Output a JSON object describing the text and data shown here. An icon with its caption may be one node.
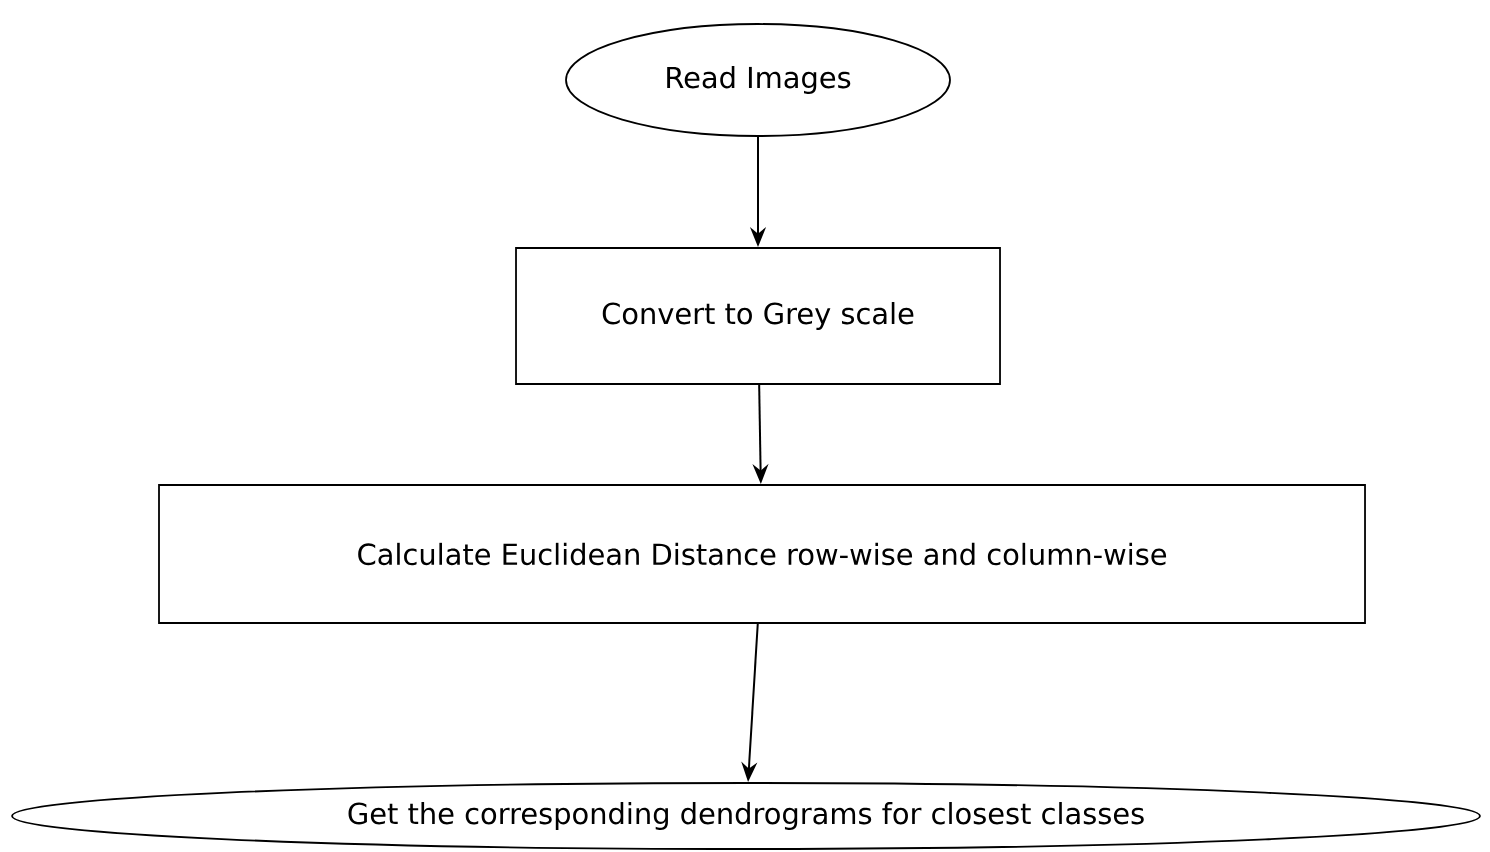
{
  "diagram": {
    "nodes": [
      {
        "text": [
          "Read Images"
        ]
      },
      {
        "text": [
          "Convert to Grey scale"
        ]
      },
      {
        "text": [
          "Calculate Euclidean Distance row-wise and column-wise"
        ]
      },
      {
        "text": [
          "Get the corresponding dendrograms for closest classes"
        ]
      }
    ],
    "edges": [
      {
        "from": 0,
        "to": 1,
        "arrow": "to"
      },
      {
        "from": 1,
        "to": 2,
        "arrow": "to"
      },
      {
        "from": 2,
        "to": 3,
        "arrow": "to"
      }
    ]
  }
}
